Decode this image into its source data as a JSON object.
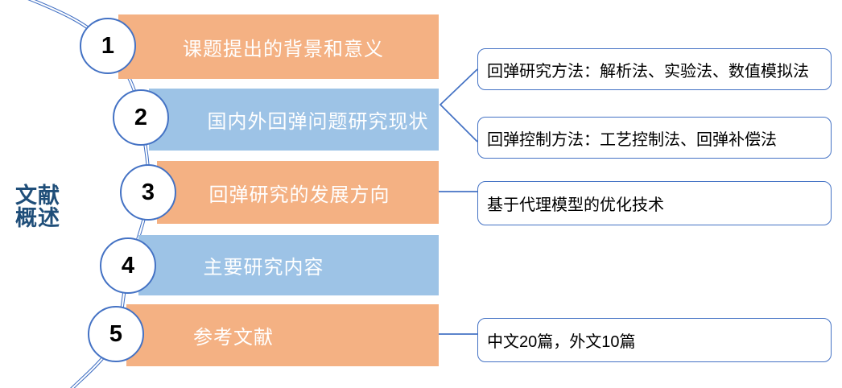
{
  "colors": {
    "orange_bar": "#F4B183",
    "blue_bar": "#9DC3E6",
    "connector_blue": "#4472C4",
    "title_navy": "#1F4E79",
    "bar_text": "#FFFFFF",
    "note_text": "#000000"
  },
  "side_title": {
    "text": "文献\n概述"
  },
  "timeline": {
    "items": [
      {
        "number": "1",
        "label": "课题提出的背景和意义",
        "color": "orange"
      },
      {
        "number": "2",
        "label": "国内外回弹问题研究现状",
        "color": "blue"
      },
      {
        "number": "3",
        "label": "回弹研究的发展方向",
        "color": "orange"
      },
      {
        "number": "4",
        "label": "主要研究内容",
        "color": "blue"
      },
      {
        "number": "5",
        "label": "参考文献",
        "color": "orange"
      }
    ]
  },
  "annotations": {
    "boxes": [
      {
        "text": "回弹研究方法：解析法、实验法、数值模拟法",
        "linked_stage": "2"
      },
      {
        "text": "回弹控制方法：工艺控制法、回弹补偿法",
        "linked_stage": "2"
      },
      {
        "text": "基于代理模型的优化技术",
        "linked_stage": "3"
      },
      {
        "text": "中文20篇，外文10篇",
        "linked_stage": "5"
      }
    ]
  }
}
